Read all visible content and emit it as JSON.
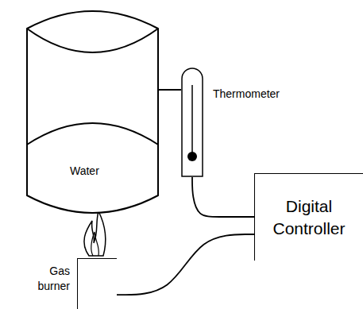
{
  "diagram": {
    "nodes": [
      {
        "text": [
          "Water"
        ]
      },
      {
        "text": [
          "Thermometer"
        ]
      },
      {
        "text": [
          "Digital Controller"
        ]
      },
      {
        "text": [
          "Gas burner"
        ]
      }
    ],
    "edges": [
      {
        "from": 1,
        "to": 2,
        "arrow": "none"
      },
      {
        "from": 2,
        "to": 3,
        "arrow": "none"
      }
    ]
  }
}
